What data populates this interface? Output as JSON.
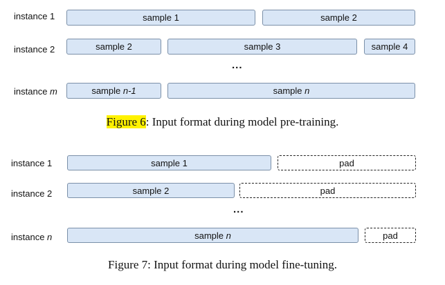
{
  "figure6": {
    "rows": [
      {
        "label": "instance",
        "label_var": "1",
        "samples": [
          "sample 1",
          "sample 2"
        ]
      },
      {
        "label": "instance",
        "label_var": "2",
        "samples": [
          "sample 2",
          "sample 3",
          "sample 4"
        ]
      },
      {
        "label": "instance",
        "label_var": "m",
        "samples": [
          "sample ",
          "sample "
        ],
        "sample_vars": [
          "n-1",
          "n"
        ]
      }
    ],
    "ellipsis": "...",
    "caption": {
      "ref": "Figure 6",
      "text": ": Input format during model pre-training."
    }
  },
  "figure7": {
    "rows": [
      {
        "label": "instance",
        "label_var": "1",
        "sample": "sample 1",
        "pad": "pad"
      },
      {
        "label": "instance",
        "label_var": "2",
        "sample": "sample 2",
        "pad": "pad"
      },
      {
        "label": "instance",
        "label_var": "n",
        "sample": "sample ",
        "sample_var": "n",
        "pad": "pad"
      }
    ],
    "ellipsis": "...",
    "caption": "Figure 7: Input format during model fine-tuning."
  }
}
